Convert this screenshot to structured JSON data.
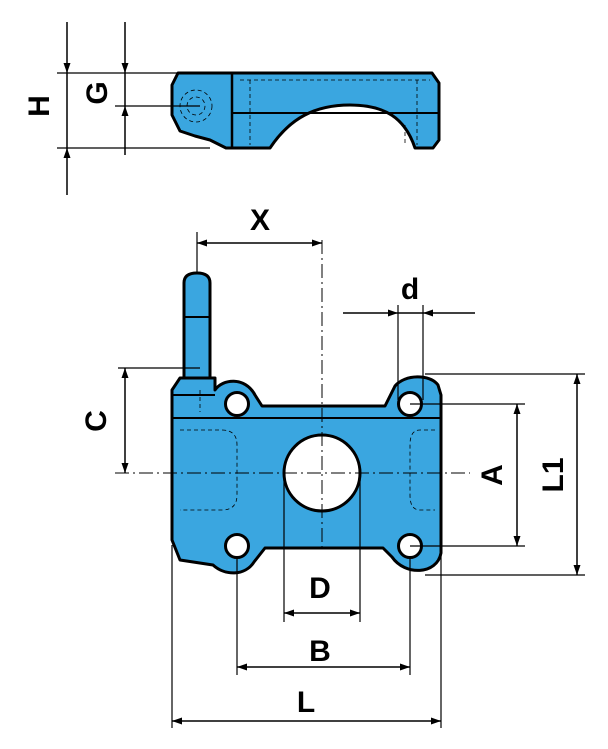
{
  "colors": {
    "part_fill": "#3aa6e0",
    "line": "#000000",
    "background": "#ffffff"
  },
  "labels": {
    "H": "H",
    "G": "G",
    "X": "X",
    "d": "d",
    "C": "C",
    "A": "A",
    "L1": "L1",
    "D": "D",
    "B": "B",
    "L": "L"
  }
}
